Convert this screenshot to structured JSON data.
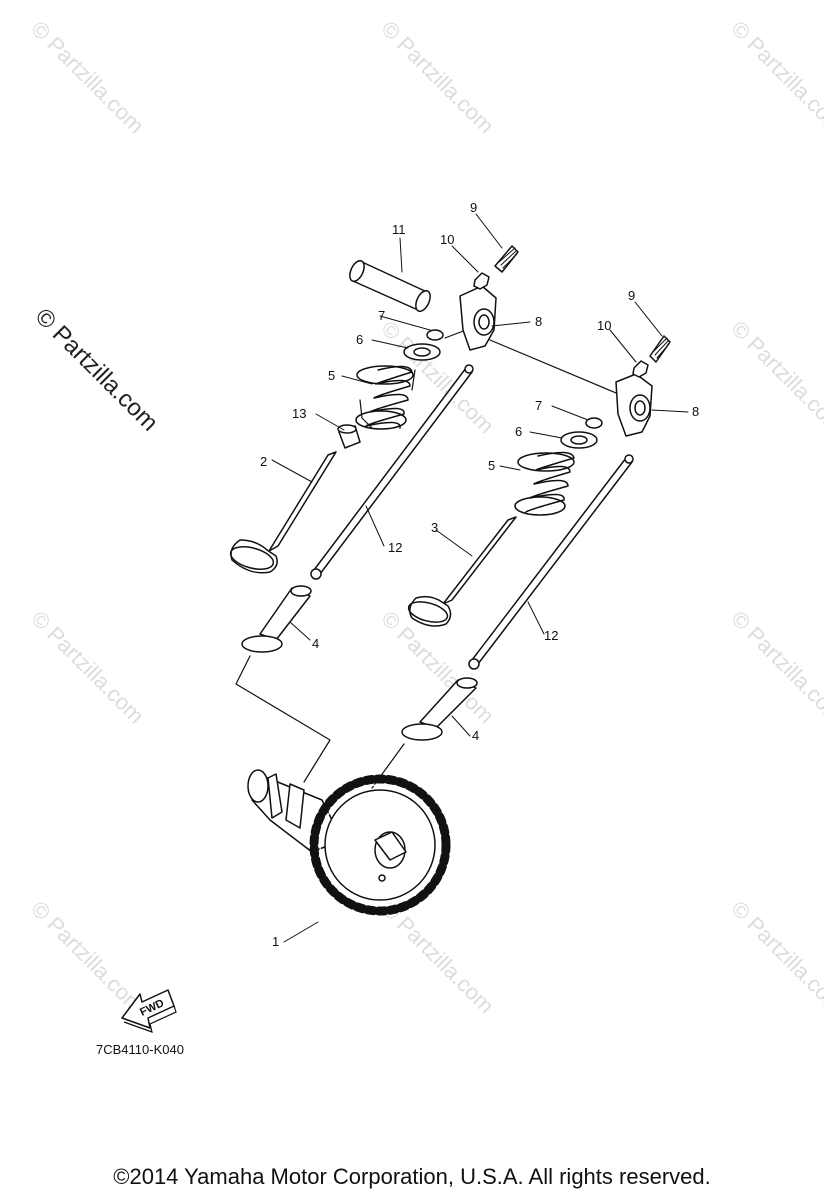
{
  "watermark": "© Partzilla.com",
  "side_watermark": "© Partzilla.com",
  "parts": {
    "p1": "1",
    "p2": "2",
    "p3": "3",
    "p4a": "4",
    "p4b": "4",
    "p5a": "5",
    "p5b": "5",
    "p6a": "6",
    "p6b": "6",
    "p7a": "7",
    "p7b": "7",
    "p8a": "8",
    "p8b": "8",
    "p9a": "9",
    "p9b": "9",
    "p10a": "10",
    "p10b": "10",
    "p11": "11",
    "p12a": "12",
    "p12b": "12",
    "p13": "13"
  },
  "fwd_label": "FWD",
  "diagram_code": "7CB4110-K040",
  "copyright": "©2014  Yamaha Motor Corporation, U.S.A. All rights reserved."
}
